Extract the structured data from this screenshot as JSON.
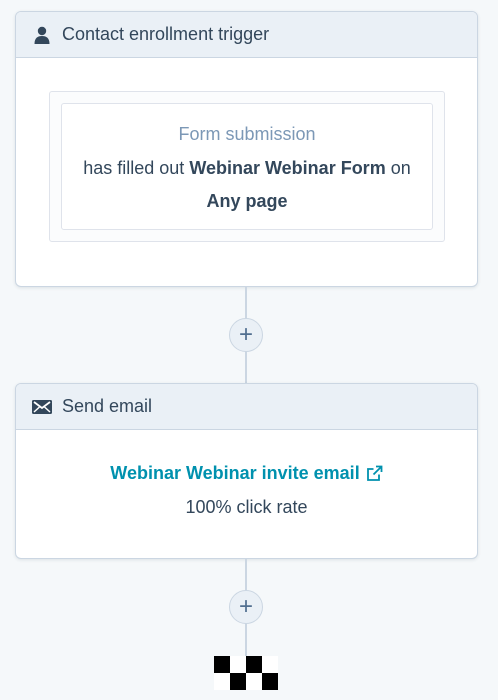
{
  "trigger": {
    "header_label": "Contact enrollment trigger",
    "type_label": "Form submission",
    "prefix": "has filled out",
    "form_name": "Webinar Webinar Form",
    "suffix": "on",
    "page_scope": "Any page"
  },
  "add_action_1": {
    "label": "+"
  },
  "email_action": {
    "header_label": "Send email",
    "email_name": "Webinar Webinar invite email",
    "click_rate": "100% click rate"
  },
  "add_action_2": {
    "label": "+"
  },
  "icons": {
    "trigger_icon": "person-icon",
    "email_icon": "envelope-icon",
    "external_link_icon": "external-link-icon",
    "end_icon": "checkered-flag-icon"
  },
  "colors": {
    "link": "#0091ae",
    "header_bg": "#eaf0f6",
    "border": "#cbd6e2",
    "text": "#33475b",
    "muted": "#7c98b6"
  }
}
